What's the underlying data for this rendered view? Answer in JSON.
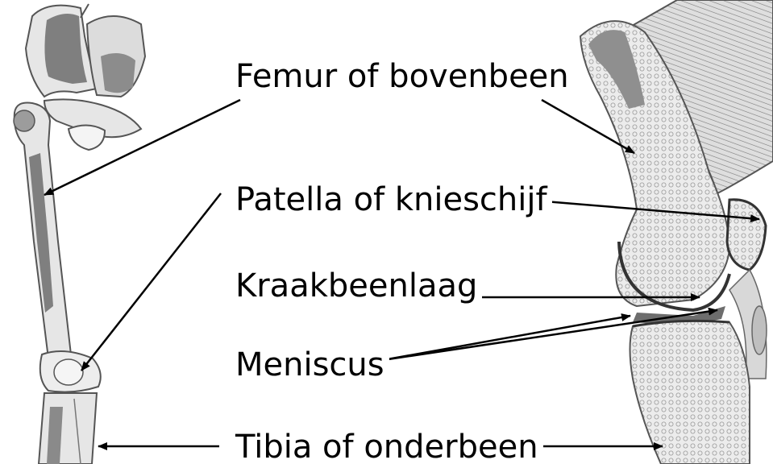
{
  "labels": {
    "femur": "Femur of bovenbeen",
    "patella": "Patella of knieschijf",
    "cartilage": "Kraakbeenlaag",
    "meniscus": "Meniscus",
    "tibia": "Tibia of onderbeen"
  },
  "colors": {
    "bone": "#e6e6e6",
    "bone_dark": "#7f7f7f",
    "spongy": "#d4d4d4",
    "muscle": "#a9a9a9",
    "outline": "#555555",
    "arrow": "#000000"
  }
}
